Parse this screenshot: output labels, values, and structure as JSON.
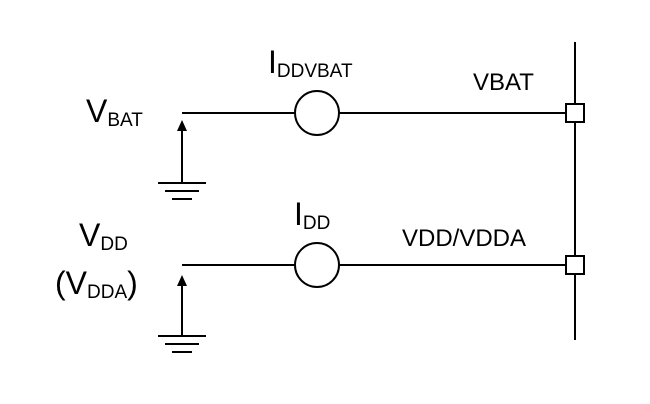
{
  "labels": {
    "vbat_source": {
      "main": "V",
      "sub": "BAT"
    },
    "vdd_source": {
      "main": "V",
      "sub": "DD"
    },
    "vdda_source": {
      "open": "(",
      "main": "V",
      "sub": "DDA",
      "close": ")"
    },
    "iddvbat_meter": {
      "main": "I",
      "sub": "DDVBAT"
    },
    "idd_meter": {
      "main": "I",
      "sub": "DD"
    },
    "vbat_pin": "VBAT",
    "vdd_pin": "VDD/VDDA"
  }
}
